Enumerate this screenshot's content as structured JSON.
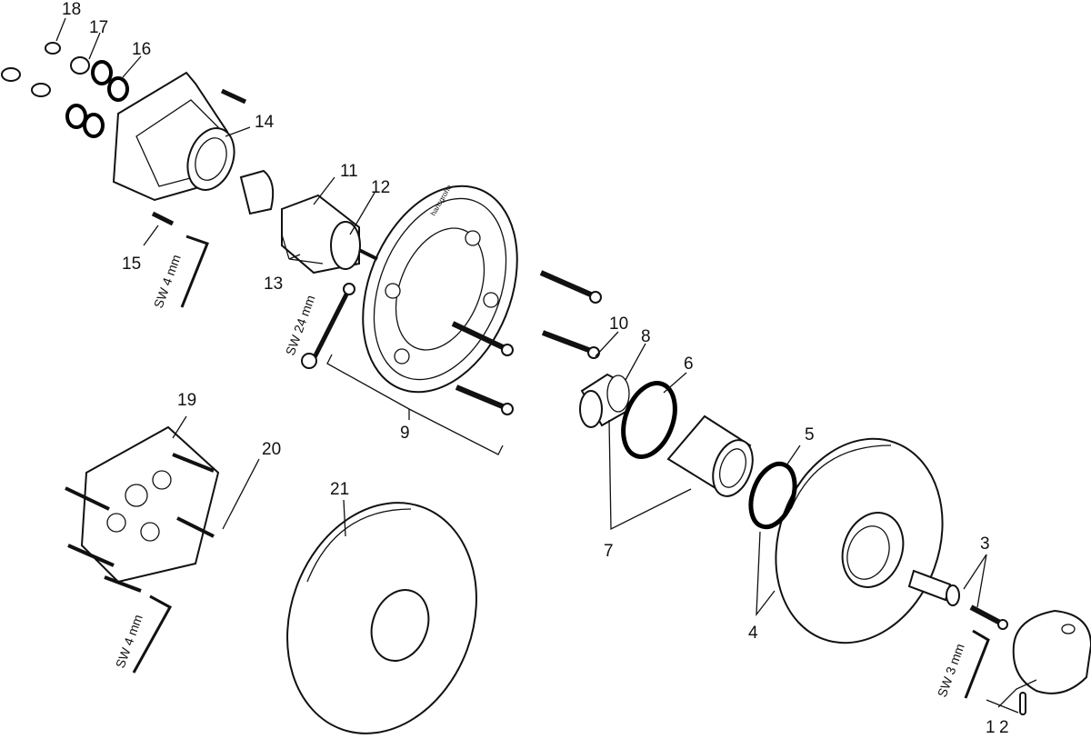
{
  "callouts": [
    {
      "id": "c18",
      "text": "18"
    },
    {
      "id": "c17",
      "text": "17"
    },
    {
      "id": "c16",
      "text": "16"
    },
    {
      "id": "c14",
      "text": "14"
    },
    {
      "id": "c11",
      "text": "11"
    },
    {
      "id": "c12",
      "text": "12"
    },
    {
      "id": "c13",
      "text": "13"
    },
    {
      "id": "c15",
      "text": "15"
    },
    {
      "id": "c10",
      "text": "10"
    },
    {
      "id": "c8",
      "text": "8"
    },
    {
      "id": "c6",
      "text": "6"
    },
    {
      "id": "c9",
      "text": "9"
    },
    {
      "id": "c19",
      "text": "19"
    },
    {
      "id": "c20",
      "text": "20"
    },
    {
      "id": "c21",
      "text": "21"
    },
    {
      "id": "c5",
      "text": "5"
    },
    {
      "id": "c7",
      "text": "7"
    },
    {
      "id": "c3",
      "text": "3"
    },
    {
      "id": "c4",
      "text": "4"
    },
    {
      "id": "c1",
      "text": "1"
    },
    {
      "id": "c2",
      "text": "2"
    }
  ],
  "tools": {
    "hex_key_top": "SW 4 mm",
    "wrench": "SW 24 mm",
    "hex_key_bottom": "SW 4 mm",
    "hex_key_right": "SW 3 mm"
  },
  "brand_mark": "hansgrohe"
}
